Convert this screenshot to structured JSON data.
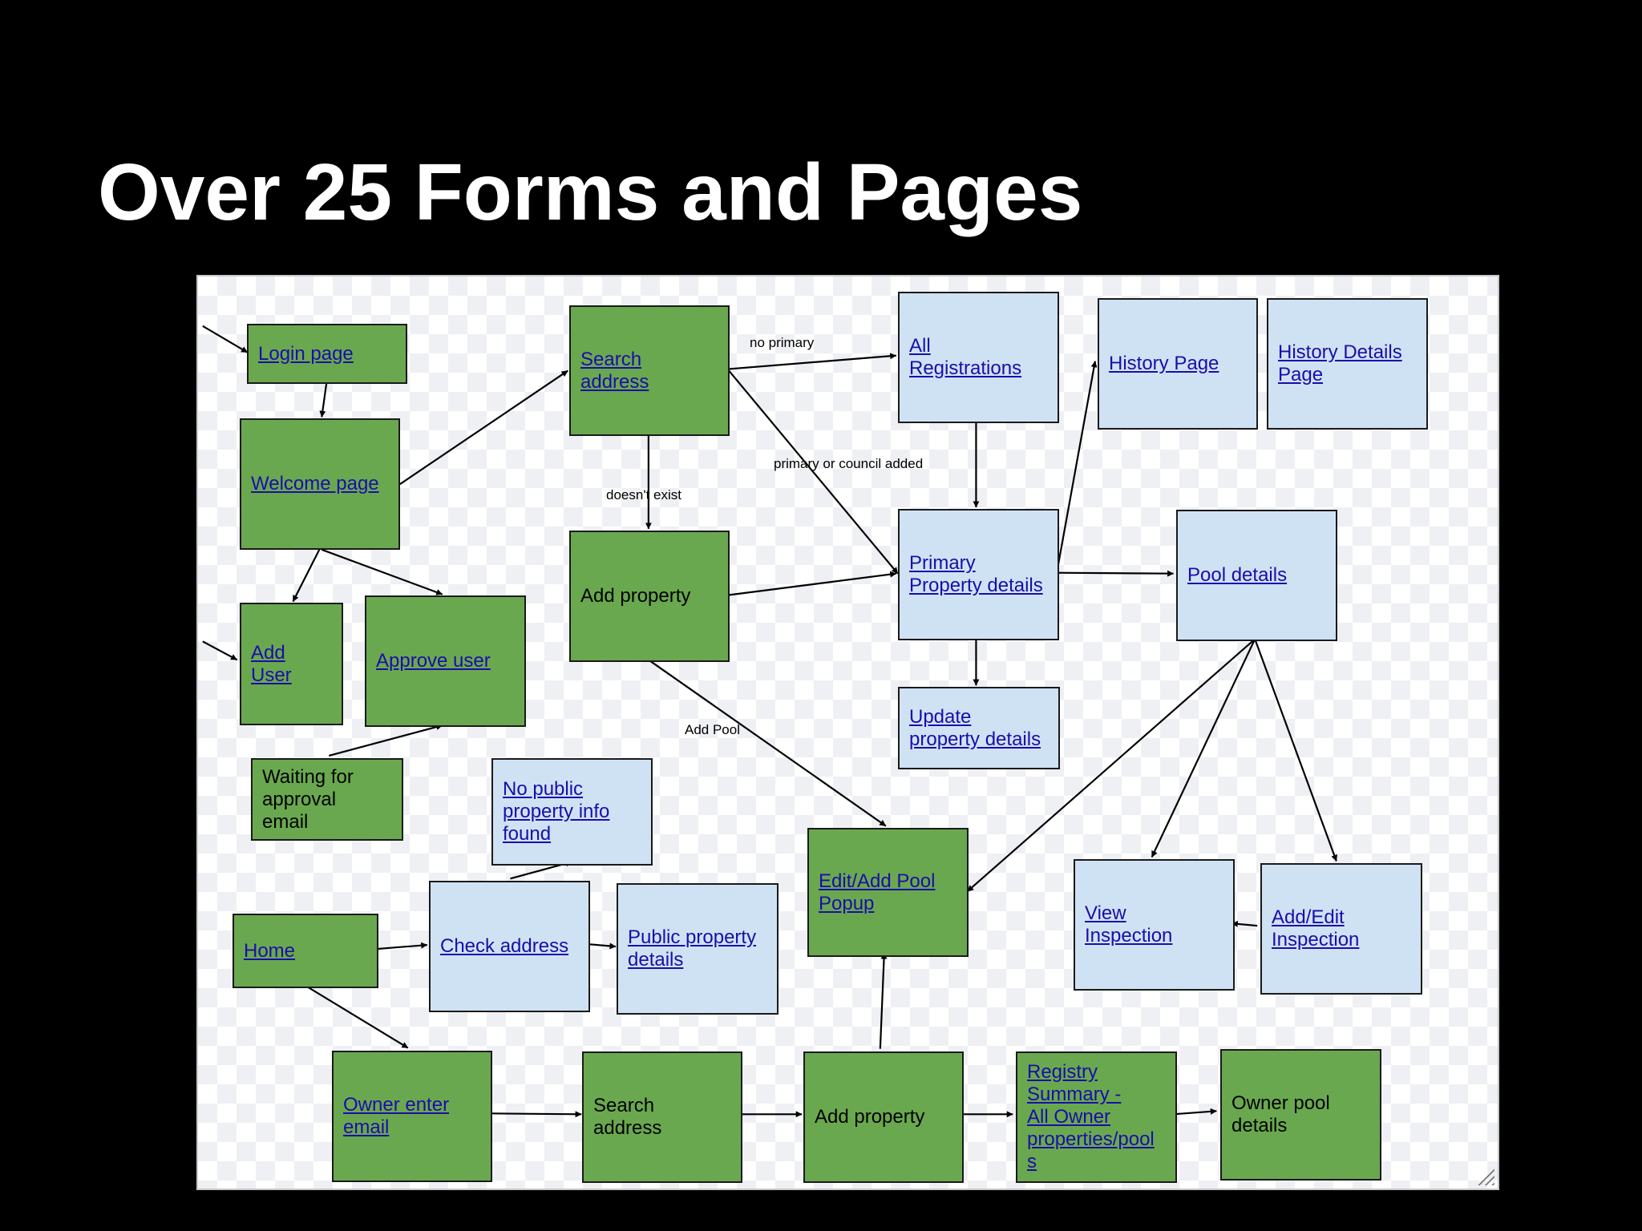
{
  "slide": {
    "title": "Over 25 Forms and Pages"
  },
  "nodes": {
    "login_page": {
      "label": "Login page",
      "kind": "link"
    },
    "welcome_page": {
      "label": "Welcome page",
      "kind": "link"
    },
    "add_user": {
      "label": "Add\nUser",
      "kind": "link"
    },
    "approve_user": {
      "label": "Approve user",
      "kind": "link"
    },
    "waiting_approval_email": {
      "label": "Waiting for\napproval\nemail",
      "kind": "text"
    },
    "search_address_top": {
      "label": "Search\naddress",
      "kind": "link"
    },
    "add_property_top": {
      "label": "Add property",
      "kind": "text"
    },
    "all_registrations": {
      "label": "All\nRegistrations",
      "kind": "link"
    },
    "history_page": {
      "label": "History Page",
      "kind": "link"
    },
    "history_details_page": {
      "label": "History Details\nPage",
      "kind": "link"
    },
    "primary_property_details": {
      "label": "Primary\nProperty details",
      "kind": "link"
    },
    "pool_details": {
      "label": "Pool details",
      "kind": "link"
    },
    "update_property_details": {
      "label": "Update\nproperty details",
      "kind": "link"
    },
    "no_public_property_info": {
      "label": "No public\nproperty info\nfound",
      "kind": "link"
    },
    "edit_add_pool_popup": {
      "label": "Edit/Add Pool\nPopup",
      "kind": "link"
    },
    "view_inspection": {
      "label": "View\nInspection",
      "kind": "link"
    },
    "add_edit_inspection": {
      "label": "Add/Edit\nInspection",
      "kind": "link"
    },
    "home": {
      "label": "Home",
      "kind": "link"
    },
    "check_address": {
      "label": "Check address",
      "kind": "link"
    },
    "public_property_details": {
      "label": "Public property\ndetails",
      "kind": "link"
    },
    "owner_enter_email": {
      "label": "Owner enter\nemail",
      "kind": "link"
    },
    "search_address_bottom": {
      "label": "Search\naddress",
      "kind": "text"
    },
    "add_property_bottom": {
      "label": "Add property",
      "kind": "text"
    },
    "registry_summary": {
      "label": "Registry\nSummary -\nAll Owner\nproperties/pool\ns",
      "kind": "link"
    },
    "owner_pool_details": {
      "label": "Owner pool\ndetails",
      "kind": "text"
    }
  },
  "edge_labels": {
    "no_primary": "no primary",
    "primary_or_council_added": "primary or council added",
    "doesnt_exist": "doesn't exist",
    "add_pool": "Add Pool"
  },
  "edges": [
    {
      "from": "entry",
      "to": "login_page"
    },
    {
      "from": "login_page",
      "to": "welcome_page"
    },
    {
      "from": "welcome_page",
      "to": "search_address_top"
    },
    {
      "from": "welcome_page",
      "to": "add_user"
    },
    {
      "from": "welcome_page",
      "to": "approve_user"
    },
    {
      "from": "entry",
      "to": "add_user"
    },
    {
      "from": "waiting_approval_email",
      "to": "approve_user"
    },
    {
      "from": "search_address_top",
      "to": "all_registrations",
      "label": "no_primary"
    },
    {
      "from": "search_address_top",
      "to": "primary_property_details",
      "label": "primary_or_council_added"
    },
    {
      "from": "search_address_top",
      "to": "add_property_top",
      "label": "doesnt_exist"
    },
    {
      "from": "all_registrations",
      "to": "primary_property_details"
    },
    {
      "from": "add_property_top",
      "to": "primary_property_details"
    },
    {
      "from": "add_property_top",
      "to": "edit_add_pool_popup",
      "label": "add_pool"
    },
    {
      "from": "primary_property_details",
      "to": "history_page"
    },
    {
      "from": "primary_property_details",
      "to": "pool_details"
    },
    {
      "from": "primary_property_details",
      "to": "update_property_details"
    },
    {
      "from": "pool_details",
      "to": "edit_add_pool_popup"
    },
    {
      "from": "pool_details",
      "to": "view_inspection"
    },
    {
      "from": "pool_details",
      "to": "add_edit_inspection"
    },
    {
      "from": "add_edit_inspection",
      "to": "view_inspection"
    },
    {
      "from": "check_address",
      "to": "no_public_property_info"
    },
    {
      "from": "home",
      "to": "check_address"
    },
    {
      "from": "check_address",
      "to": "public_property_details"
    },
    {
      "from": "home",
      "to": "owner_enter_email"
    },
    {
      "from": "owner_enter_email",
      "to": "search_address_bottom"
    },
    {
      "from": "search_address_bottom",
      "to": "add_property_bottom"
    },
    {
      "from": "add_property_bottom",
      "to": "edit_add_pool_popup"
    },
    {
      "from": "add_property_bottom",
      "to": "registry_summary"
    },
    {
      "from": "registry_summary",
      "to": "owner_pool_details"
    }
  ]
}
